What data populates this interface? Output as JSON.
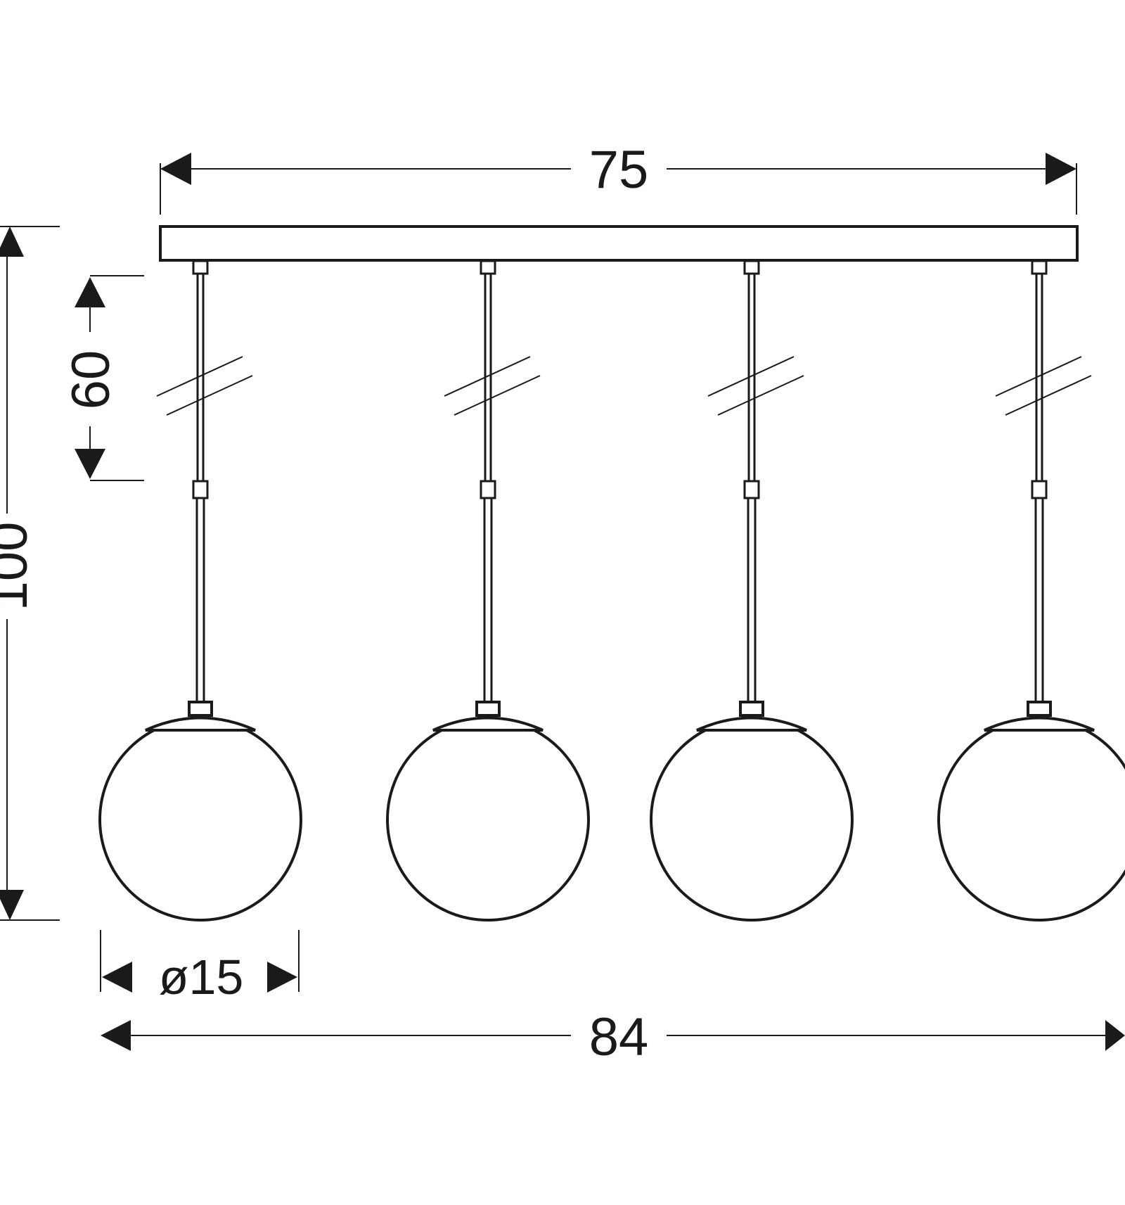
{
  "diagram": {
    "dimensions": {
      "canopy_width": "75",
      "total_width": "84",
      "total_height": "100",
      "rod_adjustable": "60",
      "globe_diameter": "ø15"
    },
    "pendant_count": 4,
    "colors": {
      "ink": "#1a1a1a",
      "background": "#ffffff"
    }
  }
}
